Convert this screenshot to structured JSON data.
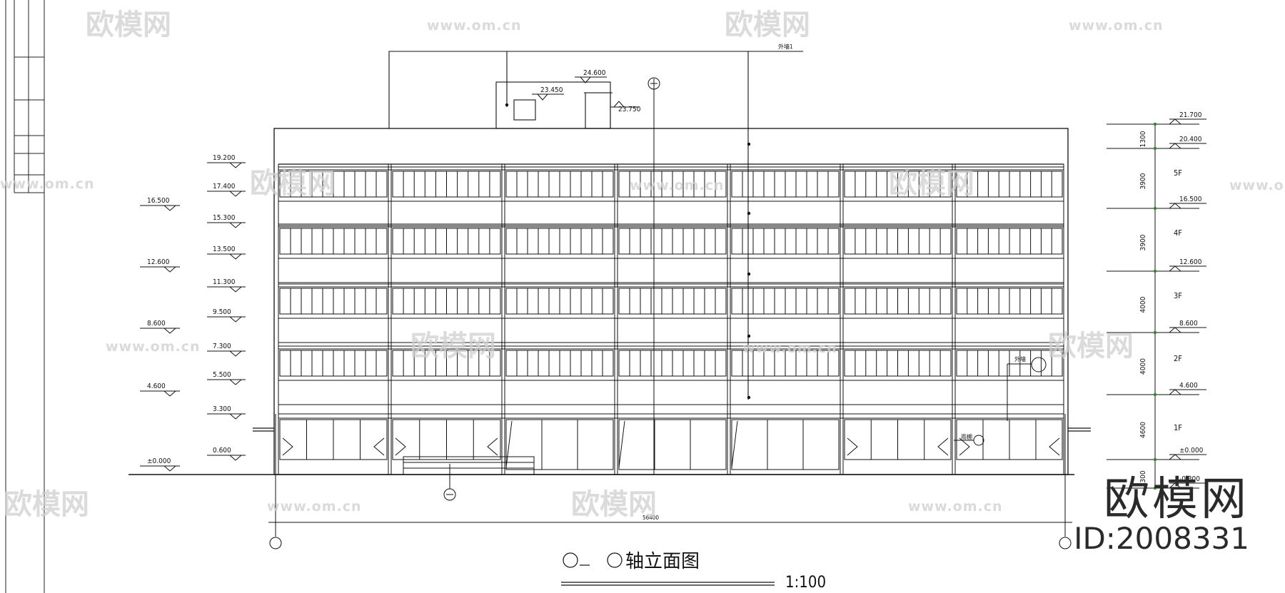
{
  "drawing": {
    "title": "轴立面图",
    "scale": "1:100",
    "total_dimension": "56400",
    "top_callout": "外墙1",
    "side_callout_lower": "雨棚",
    "side_callout_upper": "外墙"
  },
  "roof_levels": {
    "parapet_top": "24.600",
    "stair_roof": "23.450",
    "tank_roof": "23.750"
  },
  "left_levels_outer": [
    "16.500",
    "12.600",
    "8.600",
    "4.600",
    "±0.000"
  ],
  "left_levels_inner": [
    "19.200",
    "17.400",
    "15.300",
    "13.500",
    "11.300",
    "9.500",
    "7.300",
    "5.500",
    "3.300",
    "0.600"
  ],
  "right_levels": [
    "21.700",
    "20.400",
    "16.500",
    "12.600",
    "8.600",
    "4.600",
    "±0.000",
    "-0.300"
  ],
  "right_dims": [
    "1300",
    "3900",
    "3900",
    "4000",
    "4000",
    "4600",
    "300"
  ],
  "floors": [
    "5F",
    "4F",
    "3F",
    "2F",
    "1F"
  ],
  "entrance_level": "3.300",
  "watermark": {
    "brand": "欧模网",
    "url": "www.om.cn"
  },
  "footer": {
    "brand": "欧模网",
    "id": "ID:2008331"
  }
}
